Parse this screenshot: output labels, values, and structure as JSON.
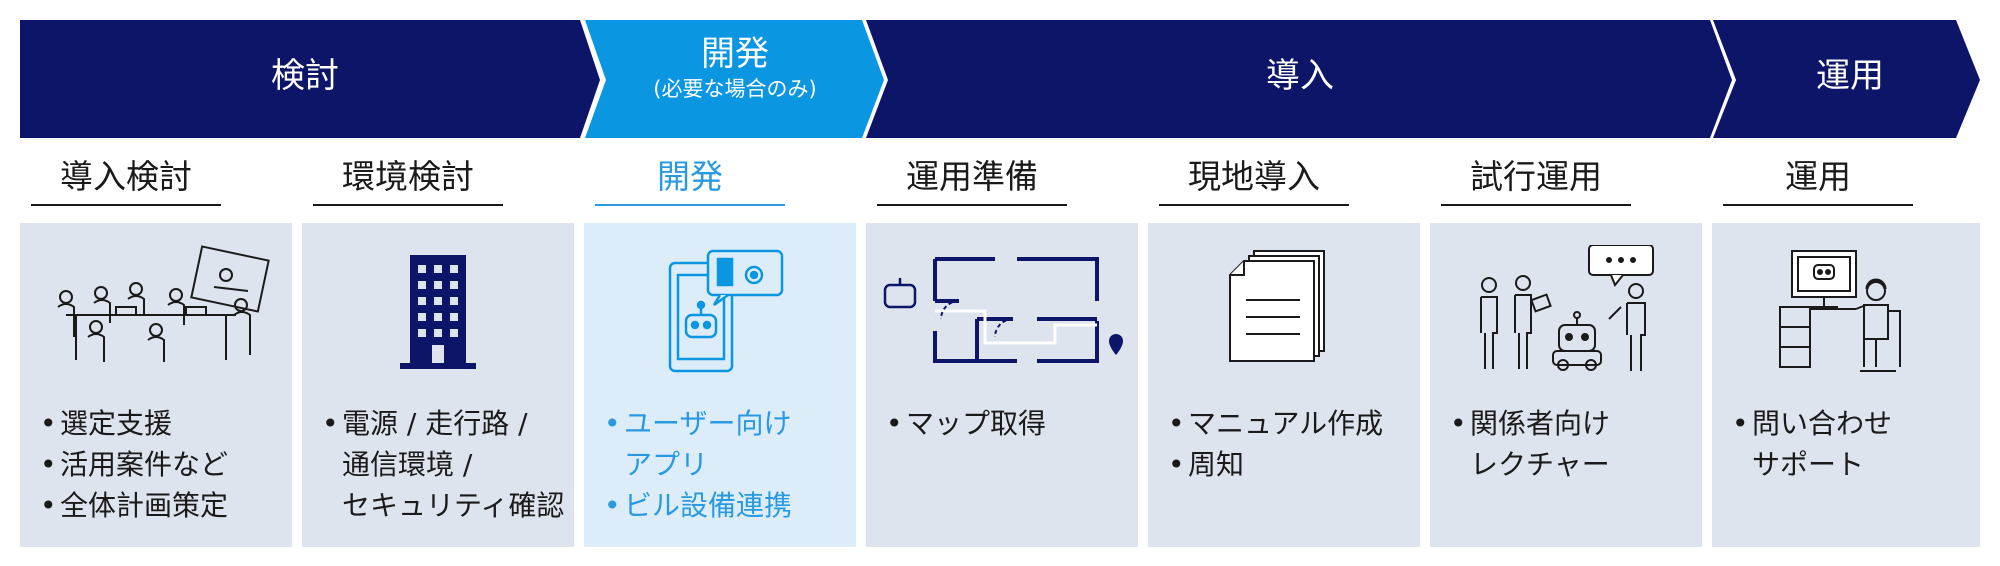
{
  "phases": [
    {
      "label": "検討",
      "sub": ""
    },
    {
      "label": "開発",
      "sub": "(必要な場合のみ)"
    },
    {
      "label": "導入",
      "sub": ""
    },
    {
      "label": "運用",
      "sub": ""
    }
  ],
  "steps": [
    {
      "title": "導入検討",
      "bullets": [
        "選定支援",
        "活用案件など",
        "全体計画策定"
      ],
      "icon": "meeting-people-icon"
    },
    {
      "title": "環境検討",
      "bullets": [
        "電源 / 走行路 /\n通信環境 /\nセキュリティ確認"
      ],
      "icon": "building-icon"
    },
    {
      "title": "開発",
      "bullets": [
        "ユーザー向け\nアプリ",
        "ビル設備連携"
      ],
      "icon": "tablet-app-robot-icon"
    },
    {
      "title": "運用準備",
      "bullets": [
        "マップ取得"
      ],
      "icon": "floor-map-robot-icon"
    },
    {
      "title": "現地導入",
      "bullets": [
        "マニュアル作成",
        "周知"
      ],
      "icon": "documents-icon"
    },
    {
      "title": "試行運用",
      "bullets": [
        "関係者向け\nレクチャー"
      ],
      "icon": "lecture-robot-icon"
    },
    {
      "title": "運用",
      "bullets": [
        "問い合わせ\nサポート"
      ],
      "icon": "support-operator-icon"
    }
  ],
  "colors": {
    "navy": "#0d1569",
    "accent_blue": "#0b96e2",
    "panel": "#dde4ee",
    "panel_active": "#dcedf9",
    "active_text": "#2a9ae0"
  }
}
